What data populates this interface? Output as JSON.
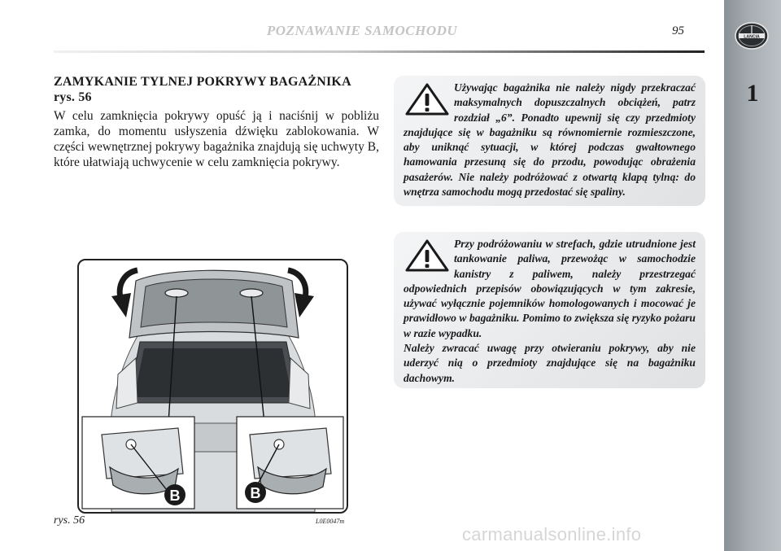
{
  "header": {
    "section_title": "POZNAWANIE SAMOCHODU",
    "page_number": "95"
  },
  "side_tab": {
    "logo_text": "LANCIA",
    "chapter_number": "1"
  },
  "section": {
    "heading_line1": "ZAMYKANIE TYLNEJ POKRYWY BAGAŻNIKA",
    "heading_line2": "rys. 56",
    "body": "W celu zamknięcia pokrywy opuść ją i naciśnij w pobliżu zamka, do momentu usłyszenia dźwięku zablokowania. W części wewnętrznej pokrywy bagażnika znajdują się uchwyty B, które ułatwiają uchwycenie w celu zamknięcia pokrywy."
  },
  "warnings": [
    {
      "icon": "warning-triangle-icon",
      "text": "Używając bagażnika nie należy nigdy przekraczać maksymalnych dopuszczalnych obciążeń, patrz rozdział „6”. Ponadto upewnij się czy przedmioty znajdujące się w bagażniku są równomiernie rozmieszczone, aby uniknąć sytuacji, w której podczas gwałtownego hamowania przesuną się do przodu, powodując obrażenia pasażerów. Nie należy podróżować z otwartą klapą tylną: do wnętrza samochodu mogą przedostać się spaliny."
    },
    {
      "icon": "warning-triangle-icon",
      "text": "Przy podróżowaniu w strefach, gdzie utrudnione jest tankowanie paliwa, przewożąc w samochodzie kanistry z paliwem, należy przestrzegać odpowiednich przepisów obowiązujących w tym zakresie, używać wyłącznie pojemników homologowanych i mocować je prawidłowo w bagażniku. Pomimo to zwiększa się ryzyko pożaru w razie wypadku.",
      "text2": "Należy zwracać uwagę przy otwieraniu pokrywy, aby nie uderzyć nią o przedmioty znajdujące się na bagażniku dachowym."
    }
  ],
  "figure": {
    "label_left": "B",
    "label_right": "B",
    "caption": "rys. 56",
    "code": "L0E0047m"
  },
  "watermark": "carmanualsonline.info"
}
